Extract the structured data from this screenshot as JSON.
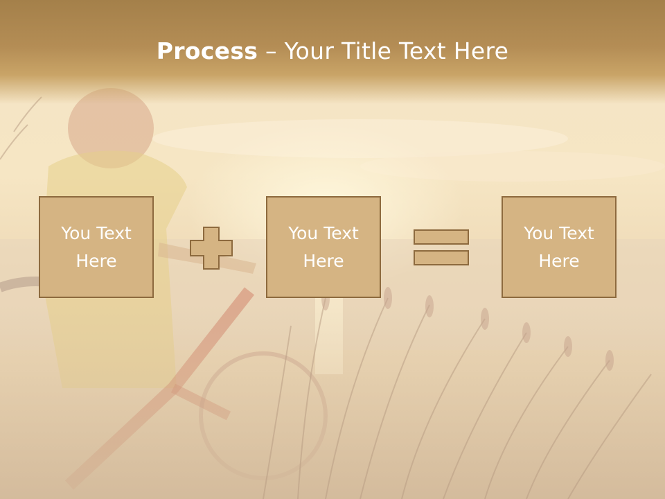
{
  "slide": {
    "title_bold": "Process",
    "title_rest": " – Your Title Text Here"
  },
  "boxes": [
    {
      "text": "You Text Here"
    },
    {
      "text": "You Text Here"
    },
    {
      "text": "You Text Here"
    }
  ],
  "operators": [
    {
      "icon": "plus-icon"
    },
    {
      "icon": "equals-icon"
    }
  ],
  "colors": {
    "title_band": "#b48d55",
    "box_fill": "#d5b483",
    "box_border": "#8d6a3e",
    "text": "#ffffff",
    "background": "#e9d8bd"
  }
}
